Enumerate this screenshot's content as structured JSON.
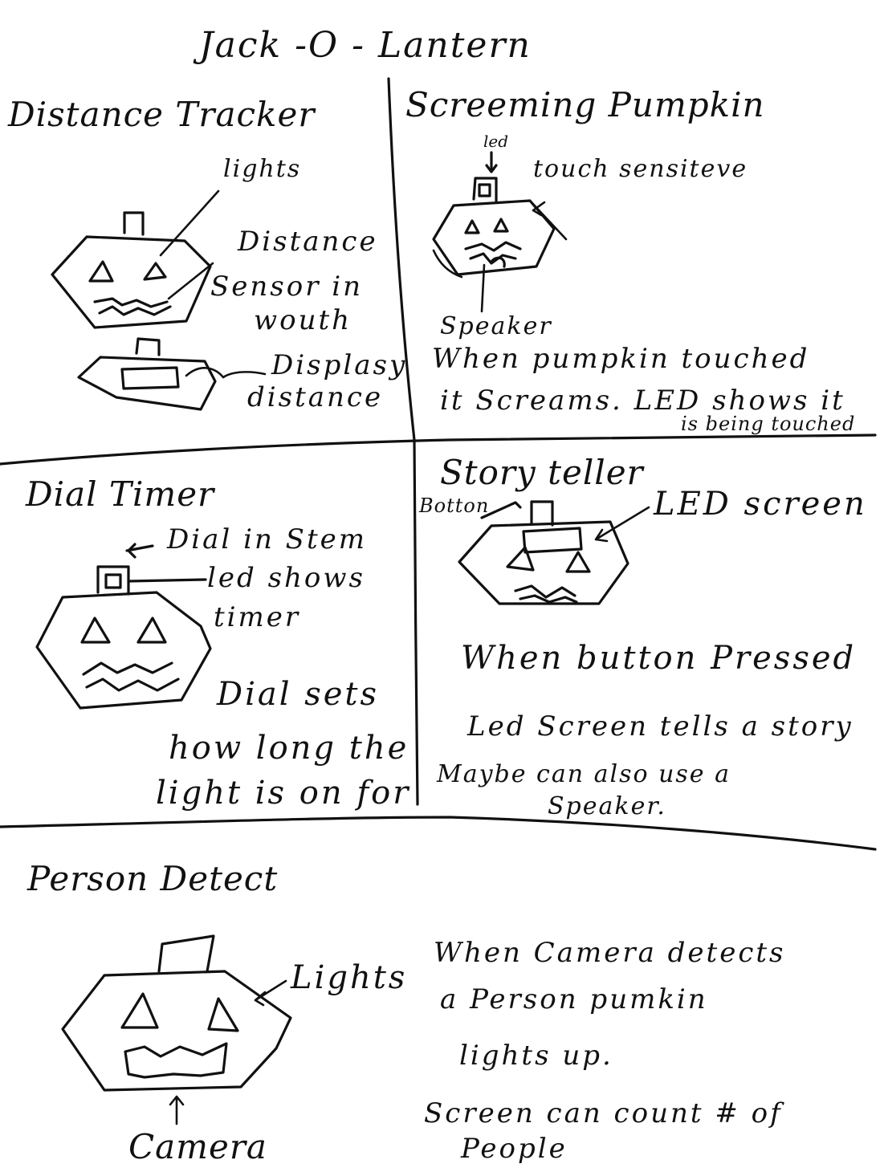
{
  "title": "Jack -O - Lantern",
  "panels": {
    "distance_tracker": {
      "heading": "Distance Tracker",
      "label_lights": "lights",
      "label_distance_1": "Distance",
      "label_distance_2": "Sensor in",
      "label_distance_3": "wouth",
      "label_display_1": "Displasy",
      "label_display_2": "distance"
    },
    "screaming_pumpkin": {
      "heading": "Screeming Pumpkin",
      "label_led": "led",
      "label_touch": "touch sensiteve",
      "label_speaker": "Speaker",
      "desc_1": "When pumpkin touched",
      "desc_2": "it Screams. LED shows it",
      "desc_3": "is being touched"
    },
    "dial_timer": {
      "heading": "Dial Timer",
      "label_dial": "Dial in Stem",
      "label_led_1": "led shows",
      "label_led_2": "timer",
      "desc_1": "Dial sets",
      "desc_2": "how long the",
      "desc_3": "light is on for"
    },
    "story_teller": {
      "heading": "Story teller",
      "label_button": "Botton",
      "label_screen": "LED screen",
      "desc_1": "When button Pressed",
      "desc_2": "Led Screen tells a story",
      "desc_3": "Maybe can also use a",
      "desc_4": "Speaker."
    },
    "person_detect": {
      "heading": "Person Detect",
      "label_lights": "Lights",
      "label_camera": "Camera",
      "desc_1": "When Camera detects",
      "desc_2": "a Person pumkin",
      "desc_3": "lights up.",
      "desc_4": "Screen can count # of",
      "desc_5": "People"
    }
  }
}
